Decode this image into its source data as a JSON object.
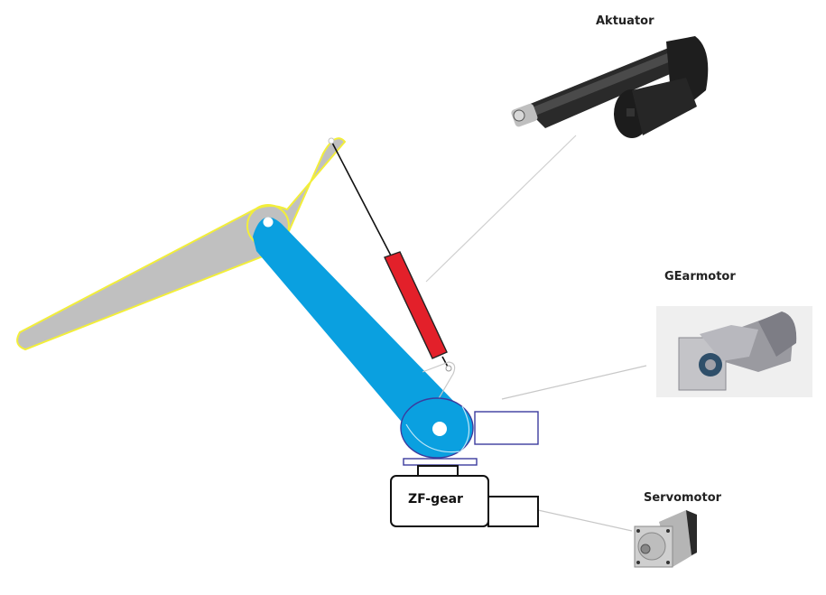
{
  "labels": {
    "actuator": "Aktuator",
    "gearmotor": "GEarmotor",
    "servomotor": "Servomotor",
    "zf_gear": "ZF-gear"
  },
  "colors": {
    "upper_link_fill": "#c0c0c0",
    "upper_link_outline": "#f2ee3a",
    "lower_link_fill": "#0aa0e0",
    "actuator_body": "#e3202a",
    "frame_outline": "#3b3b9e",
    "leader_line": "#c8c8c8"
  }
}
